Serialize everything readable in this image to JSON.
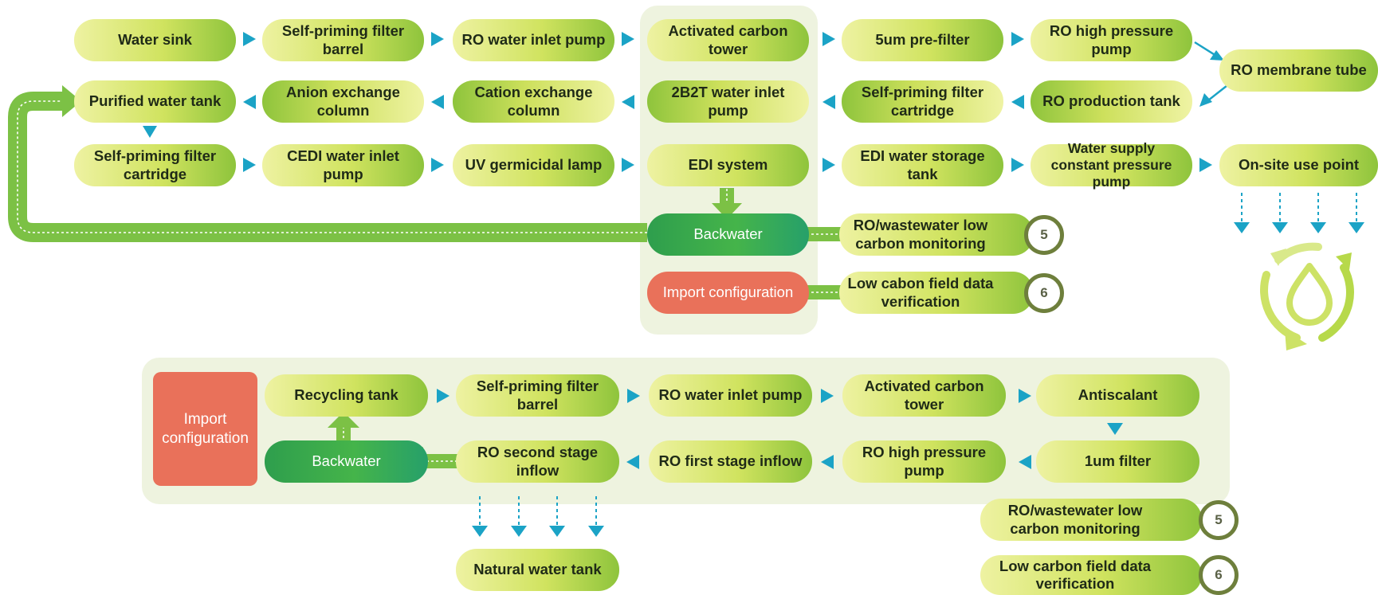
{
  "colors": {
    "pill_light": "#eef2a2",
    "pill_dark": "#8ec43c",
    "arrow": "#1ba3c6",
    "backwater": "#3aa94a",
    "import": "#e9715a",
    "panel": "#eef3df",
    "return_pipe": "#7cc145"
  },
  "top": {
    "row1": [
      "Water sink",
      "Self-priming filter barrel",
      "RO water inlet pump",
      "Activated carbon tower",
      "5um pre-filter",
      "RO high pressure pump"
    ],
    "membrane": "RO membrane tube",
    "row2": [
      "Purified water tank",
      "Anion exchange column",
      "Cation exchange column",
      "2B2T water inlet pump",
      "Self-priming filter cartridge",
      "RO production tank"
    ],
    "row3": [
      "Self-priming filter cartridge",
      "CEDI water inlet pump",
      "UV germicidal lamp",
      "EDI system",
      "EDI water storage tank",
      "Water supply constant pressure pump",
      "On-site use point"
    ],
    "backwater": "Backwater",
    "import_config": "Import configuration",
    "monitoring": "RO/wastewater low carbon monitoring",
    "monitoring_num": "5",
    "verification": "Low cabon field data verification",
    "verification_num": "6",
    "recycle_icon": "water-recycle-icon"
  },
  "bottom": {
    "import_config": "Import configuration",
    "row1": [
      "Recycling tank",
      "Self-priming filter barrel",
      "RO water inlet pump",
      "Activated carbon tower",
      "Antiscalant"
    ],
    "backwater": "Backwater",
    "row2": [
      "RO second stage inflow",
      "RO first stage inflow",
      "RO high pressure pump",
      "1um filter"
    ],
    "natural_tank": "Natural water tank",
    "monitoring": "RO/wastewater low carbon monitoring",
    "monitoring_num": "5",
    "verification": "Low carbon field data verification",
    "verification_num": "6"
  }
}
